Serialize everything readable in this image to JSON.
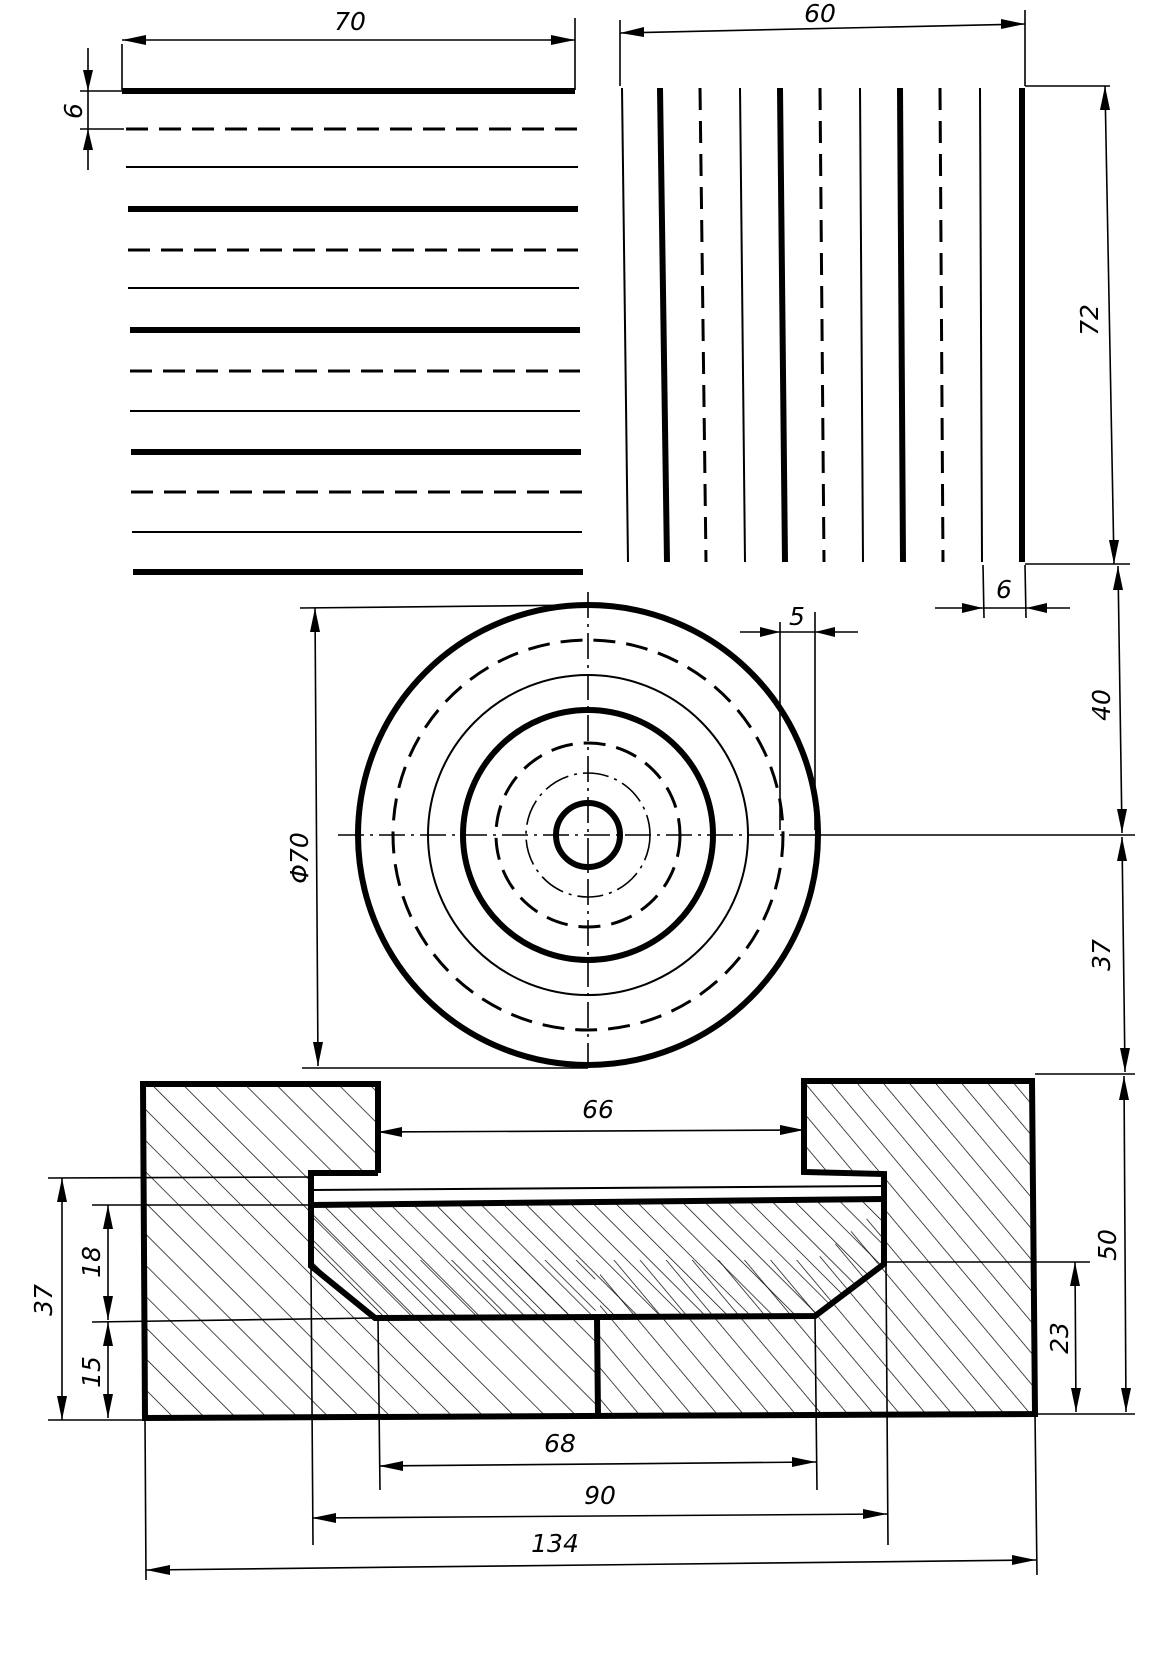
{
  "drawing": {
    "dimensions": {
      "top_left_width": "70",
      "top_left_spacing": "6",
      "top_right_width": "60",
      "top_right_height": "72",
      "top_right_spacing": "6",
      "circle_diameter": "Φ70",
      "ring_spacing": "5",
      "vert_40": "40",
      "vert_37_right": "37",
      "section_66": "66",
      "section_37_left": "37",
      "section_18": "18",
      "section_15": "15",
      "section_50": "50",
      "section_23": "23",
      "section_68": "68",
      "section_90": "90",
      "section_134": "134"
    }
  }
}
